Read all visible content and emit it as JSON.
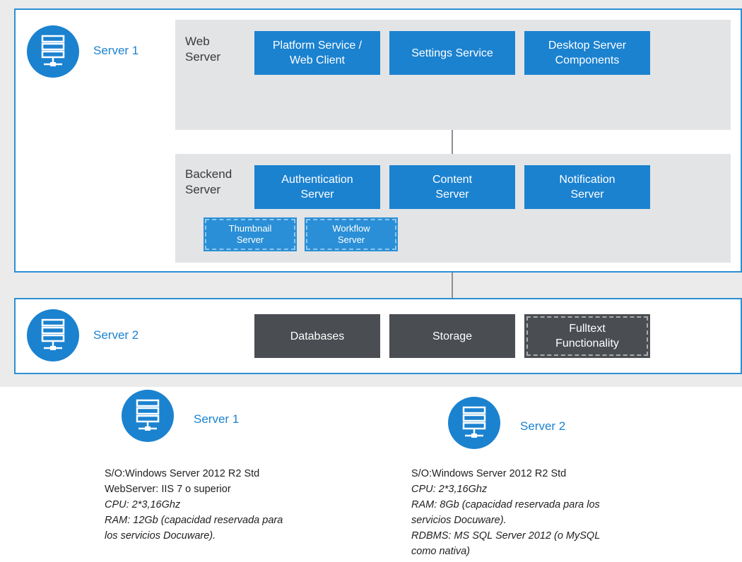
{
  "colors": {
    "blue": "#1b82d0",
    "dark": "#4a4d52",
    "border": "#2c8fd4",
    "panel": "#ebebec"
  },
  "diagram": {
    "server1": {
      "icon": "server-icon",
      "name": "Server 1",
      "web_zone": {
        "label": "Web\nServer",
        "boxes": [
          "Platform Service /\nWeb Client",
          "Settings Service",
          "Desktop Server\nComponents"
        ]
      },
      "backend_zone": {
        "label": "Backend\nServer",
        "boxes": [
          "Authentication\nServer",
          "Content\nServer",
          "Notification\nServer"
        ],
        "optional_boxes": [
          "Thumbnail\nServer",
          "Workflow\nServer"
        ]
      }
    },
    "server2": {
      "icon": "server-icon",
      "name": "Server 2",
      "boxes": [
        "Databases",
        "Storage"
      ],
      "optional_box": "Fulltext\nFunctionality"
    }
  },
  "specs": {
    "server1": {
      "name": "Server 1",
      "lines": [
        "S/O:Windows Server 2012 R2 Std",
        "WebServer: IIS 7 o superior",
        "CPU: 2*3,16Ghz",
        "RAM: 12Gb  (capacidad reservada para",
        "los servicios Docuware)."
      ]
    },
    "server2": {
      "name": "Server 2",
      "lines": [
        "S/O:Windows Server 2012 R2 Std",
        "CPU: 2*3,16Ghz",
        "RAM: 8Gb  (capacidad reservada para los",
        "servicios Docuware).",
        "RDBMS: MS SQL Server 2012 (o MySQL",
        "como nativa)"
      ]
    }
  }
}
